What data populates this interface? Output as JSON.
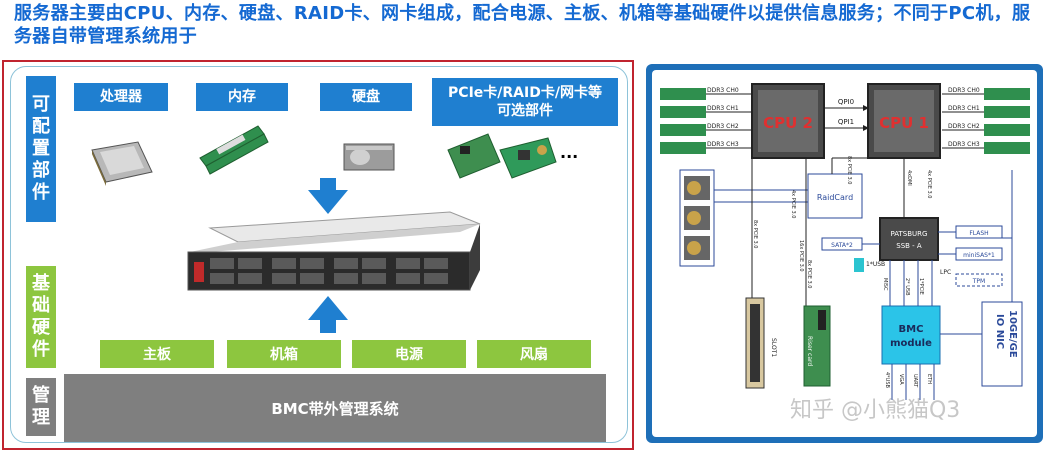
{
  "title": "服务器主要由CPU、内存、硬盘、RAID卡、网卡组成，配合电源、主板、机箱等基础硬件以提供信息服务；不同于PC机，服务器自带管理系统用于",
  "left": {
    "optional_label": [
      "可",
      "配",
      "置",
      "部",
      "件"
    ],
    "basic_label": [
      "基",
      "础",
      "硬",
      "件"
    ],
    "mgmt_label": [
      "管",
      "理"
    ],
    "optional_parts": [
      "处理器",
      "内存",
      "硬盘",
      "PCIe卡/RAID卡/网卡等可选部件"
    ],
    "ellipsis": "...",
    "basic_parts": [
      "主板",
      "机箱",
      "电源",
      "风扇"
    ],
    "bmc": "BMC带外管理系统"
  },
  "right": {
    "cpu2": "CPU 2",
    "cpu1": "CPU 1",
    "ddr_left": [
      "DDR3 CH0",
      "DDR3 CH1",
      "DDR3 CH2",
      "DDR3 CH3"
    ],
    "ddr_right": [
      "DDR3 CH0",
      "DDR3 CH1",
      "DDR3 CH2",
      "DDR3 CH3"
    ],
    "qpi0": "QPI0",
    "qpi1": "QPI1",
    "raidcard": "RaidCard",
    "patsburg": "PATSBURG",
    "ssb": "SSB - A",
    "flash": "FLASH",
    "minisas": "miniSAS*1",
    "tpm": "TPM",
    "sata": "SATA*2",
    "usb": "1*USB",
    "lpc": "LPC",
    "bmc1": "BMC",
    "bmc2": "module",
    "ionic": "IO NIC",
    "ionic2": "10GE/GE",
    "slot1": "SLOT1",
    "riser": "Riser card",
    "pcie_labels": [
      "8x PCIE 3.0",
      "4x PCIE 3.0",
      "8x PCIE 3.0",
      "8x PCIE 3.0",
      "16x PCIE 3.0",
      "4x PCIE 3.0",
      "4xDMI"
    ],
    "bmc_ports": [
      "MISC",
      "2* USB",
      "1*PCIE",
      "4*USB",
      "VGA",
      "UART",
      "ETH"
    ]
  },
  "watermark": "知乎 @小熊猫Q3"
}
